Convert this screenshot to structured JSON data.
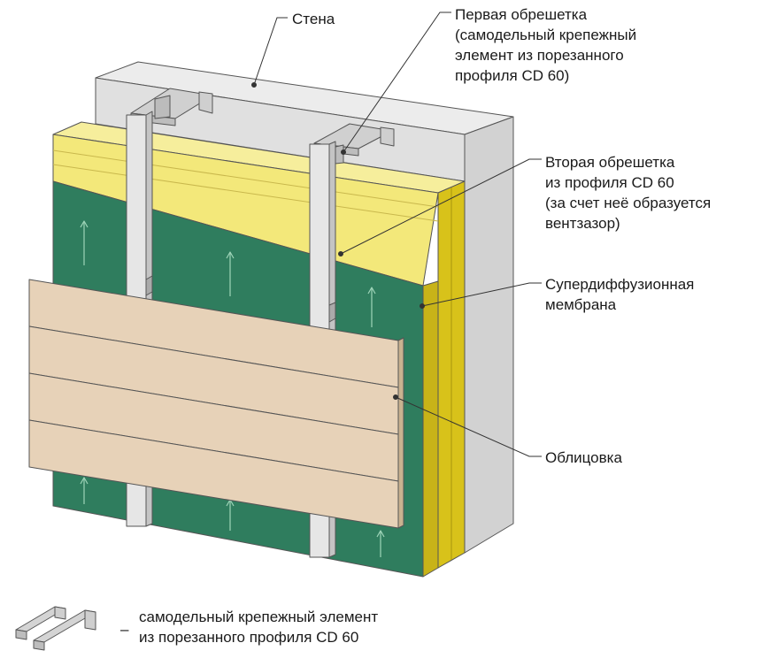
{
  "callouts": {
    "wall": {
      "lines": [
        "Стена"
      ]
    },
    "first_batten": {
      "lines": [
        "Первая обрешетка",
        "(самодельный крепежный",
        "элемент из порезанного",
        "профиля CD 60)"
      ]
    },
    "second_batten": {
      "lines": [
        "Вторая обрешетка",
        "из профиля CD 60",
        "(за счет неё образуется",
        "вентзазор)"
      ]
    },
    "membrane": {
      "lines": [
        "Супердиффузионная",
        "мембрана"
      ]
    },
    "cladding": {
      "lines": [
        "Облицовка"
      ]
    }
  },
  "legend": {
    "dash": "–",
    "lines": [
      "самодельный крепежный элемент",
      "из порезанного профиля CD 60"
    ]
  },
  "colors": {
    "wall": "#e4e4e4",
    "insulation": "#f3e87a",
    "insulation_edge": "#d8c21a",
    "membrane": "#2f7d5e",
    "profile": "#e6e6e6",
    "cladding": "#e7d2b8",
    "outline": "#555555"
  }
}
